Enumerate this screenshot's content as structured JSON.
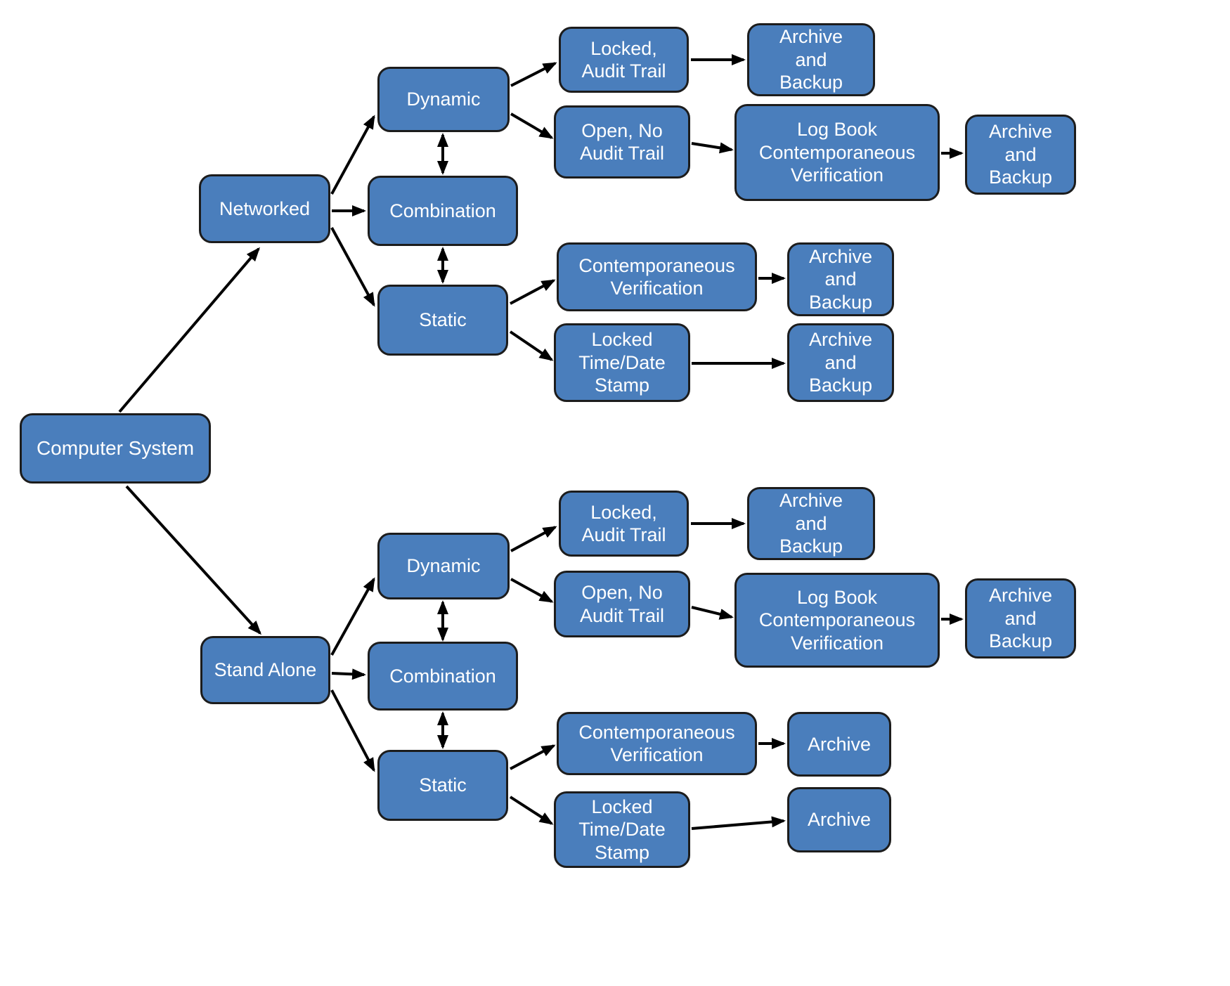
{
  "diagram": {
    "type": "flowchart",
    "background": "#ffffff",
    "node_fill": "#4a7ebc",
    "node_border": "#1c1c1c",
    "node_text_color": "#ffffff",
    "arrow_color": "#000000",
    "nodes": {
      "computer_system": "Computer System",
      "networked": "Networked",
      "net_dynamic": "Dynamic",
      "net_combination": "Combination",
      "net_static": "Static",
      "net_locked_audit_trail": "Locked,\nAudit Trail",
      "net_archive_backup_top": "Archive\nand\nBackup",
      "net_open_no_audit_trail": "Open, No\nAudit Trail",
      "net_log_book": "Log Book\nContemporaneous\nVerification",
      "net_archive_backup_logbook": "Archive\nand\nBackup",
      "net_contemporaneous_verification": "Contemporaneous\nVerification",
      "net_archive_backup_cv": "Archive\nand\nBackup",
      "net_locked_time_date_stamp": "Locked\nTime/Date\nStamp",
      "net_archive_backup_tds": "Archive\nand\nBackup",
      "stand_alone": "Stand Alone",
      "sa_dynamic": "Dynamic",
      "sa_combination": "Combination",
      "sa_static": "Static",
      "sa_locked_audit_trail": "Locked,\nAudit Trail",
      "sa_archive_backup_top": "Archive\nand\nBackup",
      "sa_open_no_audit_trail": "Open, No\nAudit Trail",
      "sa_log_book": "Log Book\nContemporaneous\nVerification",
      "sa_archive_backup_logbook": "Archive\nand\nBackup",
      "sa_contemporaneous_verification": "Contemporaneous\nVerification",
      "sa_archive_cv": "Archive",
      "sa_locked_time_date_stamp": "Locked\nTime/Date\nStamp",
      "sa_archive_tds": "Archive"
    }
  }
}
